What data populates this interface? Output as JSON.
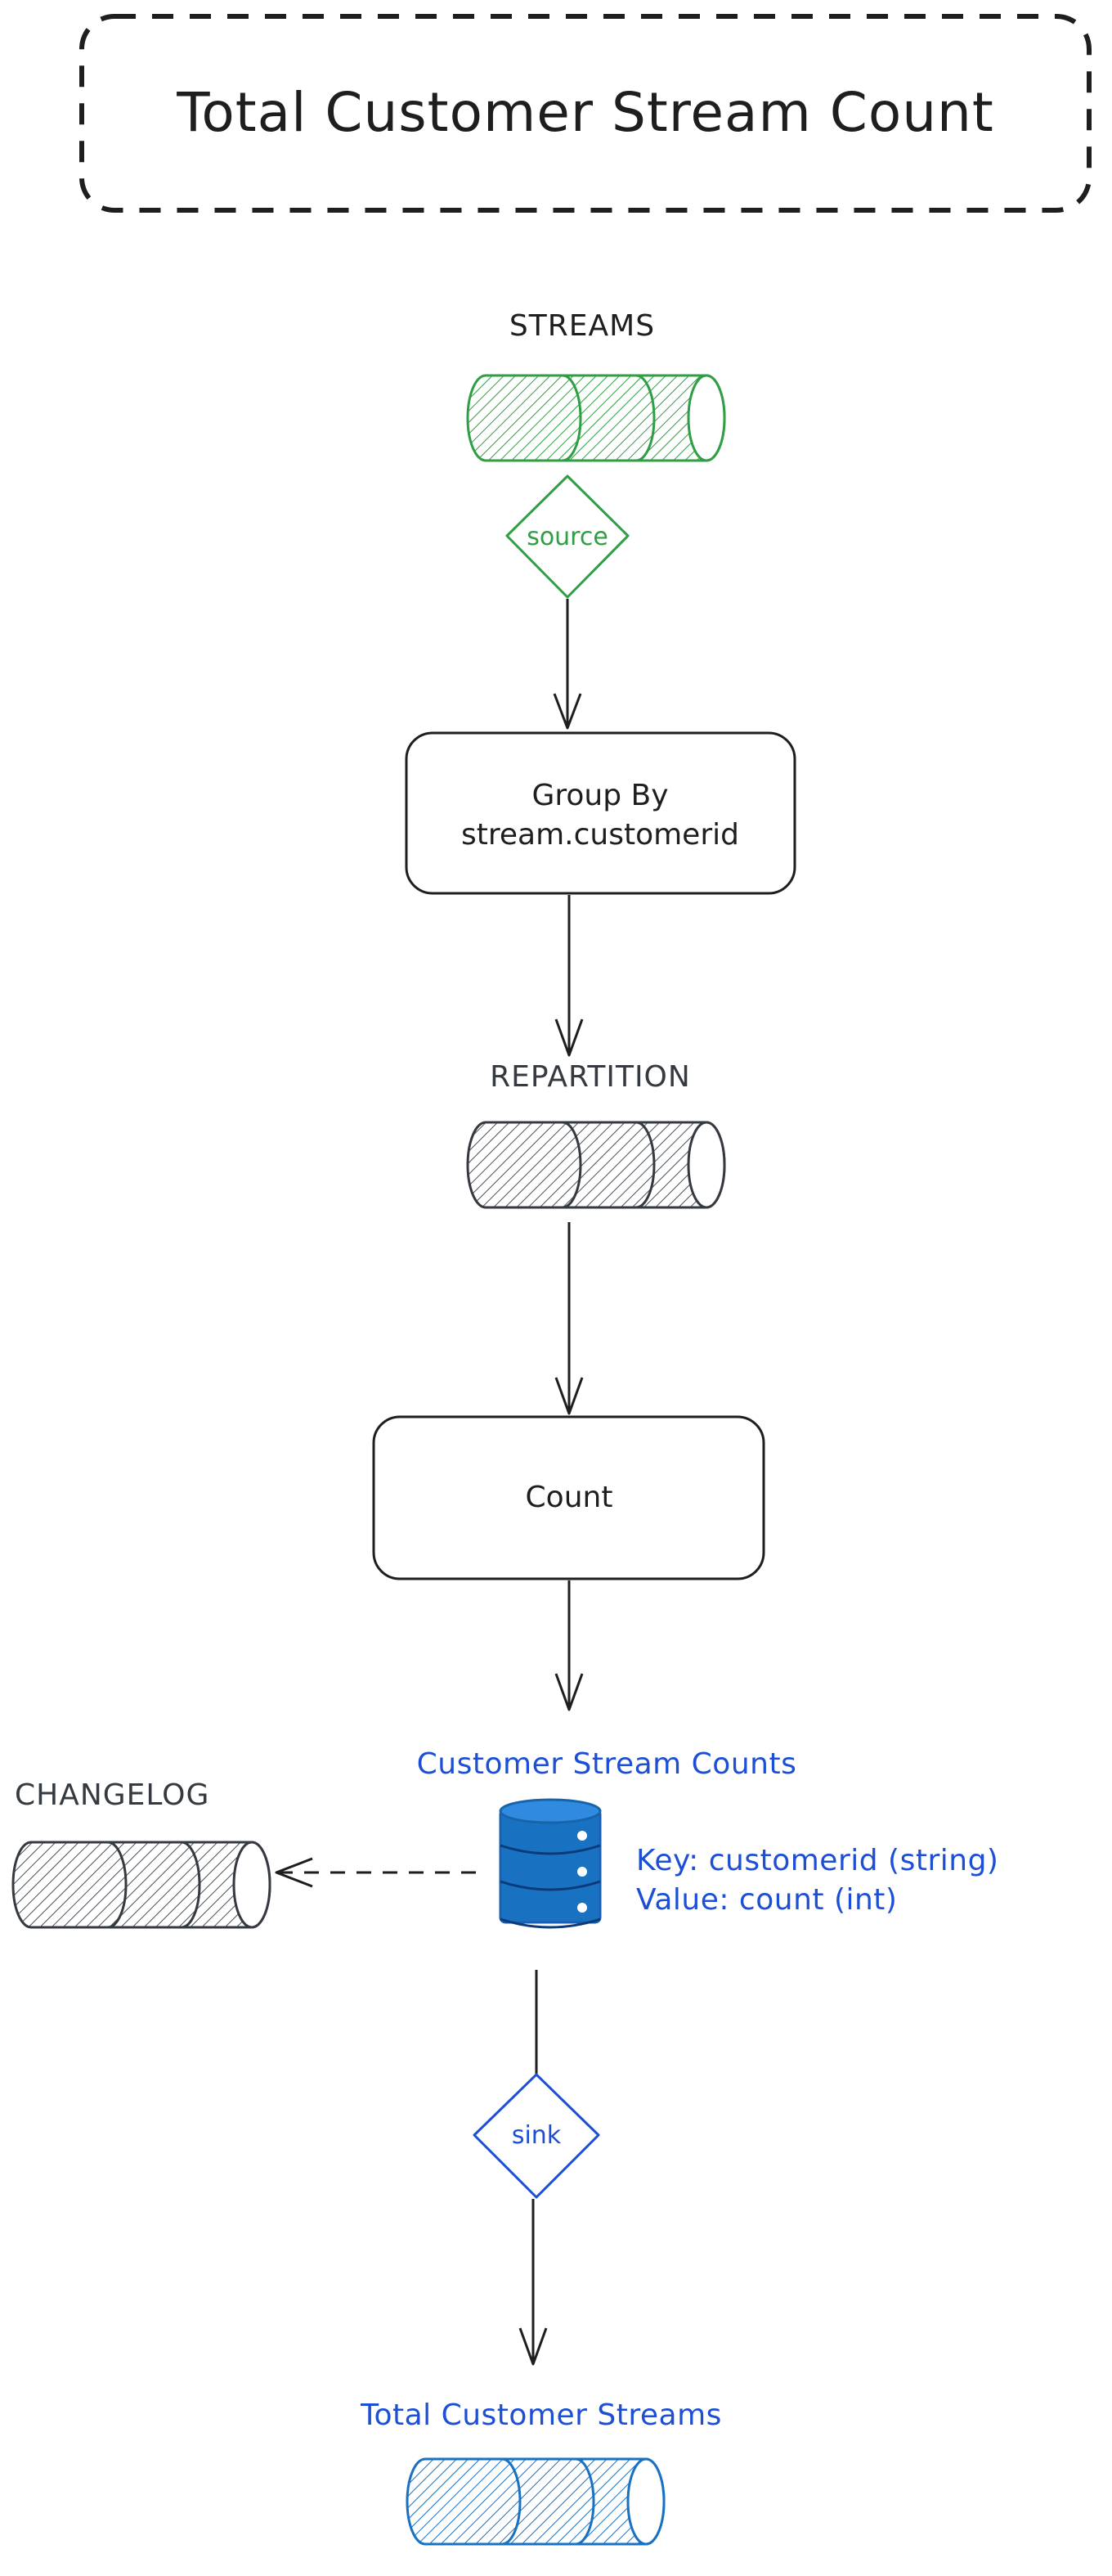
{
  "title": "Total Customer Stream Count",
  "source_topic": {
    "label": "STREAMS",
    "color": "#2f9e44"
  },
  "source_node": {
    "label": "source"
  },
  "group_by_box": {
    "line1": "Group By",
    "line2": "stream.customerid"
  },
  "repartition_topic": {
    "label": "REPARTITION",
    "color": "#495057"
  },
  "count_box": {
    "label": "Count"
  },
  "state_store": {
    "label": "Customer Stream Counts",
    "key_text": "Key: customerid (string)",
    "value_text": "Value: count (int)",
    "color": "#1971c2"
  },
  "changelog_topic": {
    "label": "CHANGELOG",
    "color": "#495057"
  },
  "sink_node": {
    "label": "sink"
  },
  "output_topic": {
    "label": "Total Customer Streams",
    "color": "#1971c2"
  },
  "icons": {
    "topic": "cylinder-topic-icon",
    "store": "database-icon"
  }
}
